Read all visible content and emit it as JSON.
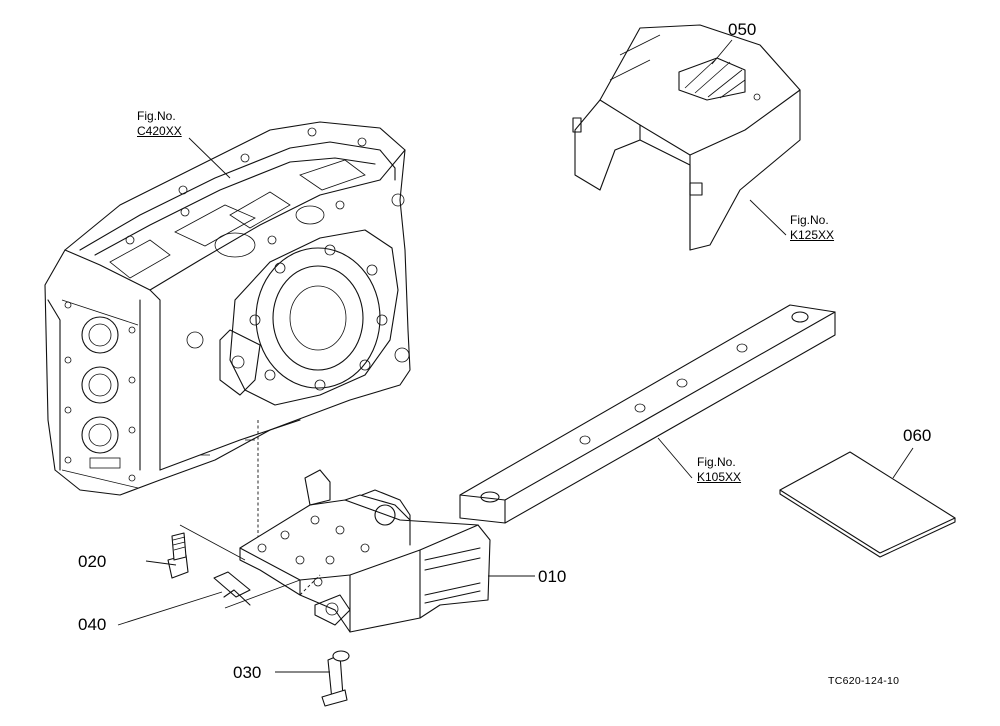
{
  "figure": {
    "parts": {
      "p010": "010",
      "p020": "020",
      "p030": "030",
      "p040": "040",
      "p050": "050",
      "p060": "060"
    },
    "references": {
      "transmission": {
        "label": "Fig.No.",
        "code": "C420XX"
      },
      "cover": {
        "label": "Fig.No.",
        "code": "K125XX"
      },
      "drawbar": {
        "label": "Fig.No.",
        "code": "K105XX"
      }
    },
    "drawing_code": "TC620-124-10"
  }
}
